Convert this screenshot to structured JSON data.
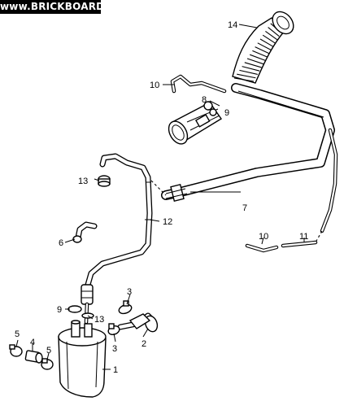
{
  "watermark": "www.BRICKBOARD.com",
  "callouts": [
    {
      "id": "c14",
      "text": "14"
    },
    {
      "id": "c10a",
      "text": "10"
    },
    {
      "id": "c8",
      "text": "8"
    },
    {
      "id": "c9a",
      "text": "9"
    },
    {
      "id": "c13a",
      "text": "13"
    },
    {
      "id": "c7",
      "text": "7"
    },
    {
      "id": "c12",
      "text": "12"
    },
    {
      "id": "c6",
      "text": "6"
    },
    {
      "id": "c10b",
      "text": "10"
    },
    {
      "id": "c11",
      "text": "11"
    },
    {
      "id": "c3a",
      "text": "3"
    },
    {
      "id": "c9b",
      "text": "9"
    },
    {
      "id": "c13b",
      "text": "13"
    },
    {
      "id": "c3b",
      "text": "3"
    },
    {
      "id": "c2",
      "text": "2"
    },
    {
      "id": "c5a",
      "text": "5"
    },
    {
      "id": "c4",
      "text": "4"
    },
    {
      "id": "c5b",
      "text": "5"
    },
    {
      "id": "c1",
      "text": "1"
    }
  ]
}
